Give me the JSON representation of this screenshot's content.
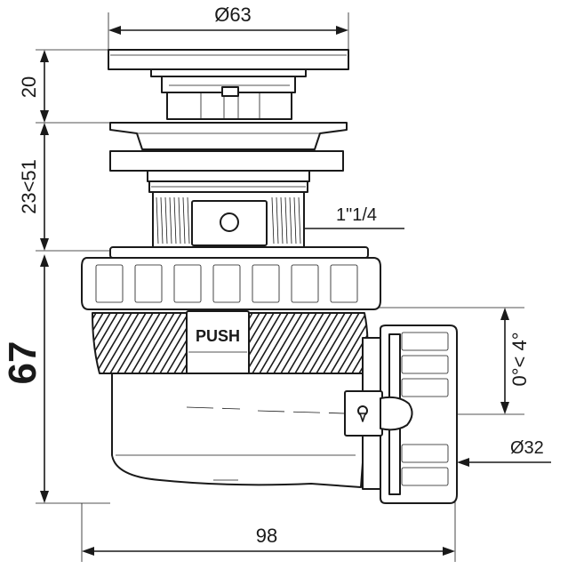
{
  "dimensions": {
    "top_diameter": "Ø63",
    "cap_height": "20",
    "adjust_range": "23<51",
    "thread_size": "1\"1/4",
    "total_height": "67",
    "tilt_range": "0°< 4°",
    "outlet_diameter": "Ø32",
    "total_width": "98"
  },
  "part_labels": {
    "push_button": "PUSH"
  }
}
